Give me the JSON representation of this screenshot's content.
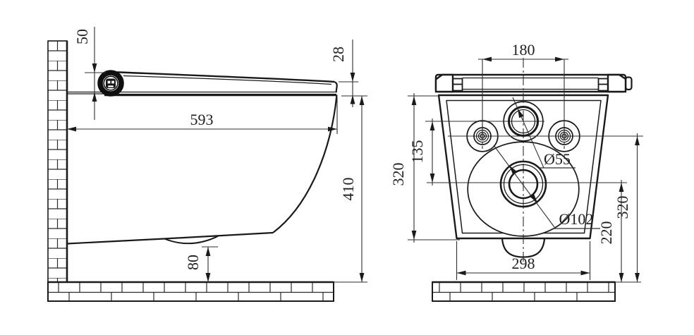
{
  "drawing": {
    "side_view": {
      "dim_seat_back_height": "50",
      "dim_seat_front_height": "28",
      "dim_depth": "593",
      "dim_rim_to_floor": "410",
      "dim_outlet_clearance": "80"
    },
    "rear_view": {
      "dim_bolt_spacing": "180",
      "dim_mount_height": "320",
      "dim_inlet_to_drain": "135",
      "dim_inlet_diameter": "Ø55",
      "dim_drain_diameter": "Ø102",
      "dim_drain_to_floor": "220",
      "dim_boltline_to_floor": "320",
      "dim_base_width": "298"
    },
    "colors": {
      "ink": "#1a1a1a",
      "paper": "#ffffff"
    }
  }
}
